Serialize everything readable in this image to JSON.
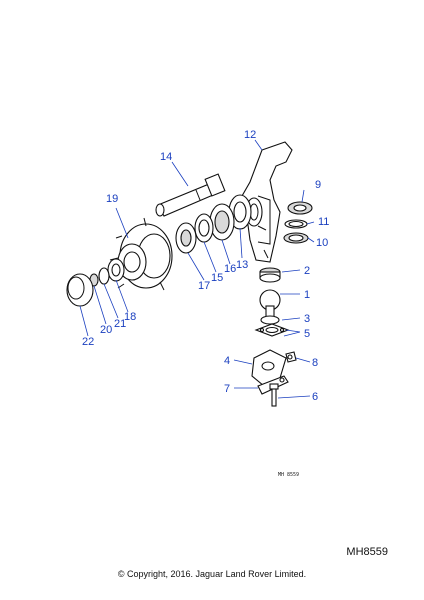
{
  "diagram": {
    "callouts": [
      {
        "id": "c12",
        "label": "12"
      },
      {
        "id": "c14",
        "label": "14"
      },
      {
        "id": "c9",
        "label": "9"
      },
      {
        "id": "c11",
        "label": "11"
      },
      {
        "id": "c10",
        "label": "10"
      },
      {
        "id": "c19",
        "label": "19"
      },
      {
        "id": "c13",
        "label": "13"
      },
      {
        "id": "c16",
        "label": "16"
      },
      {
        "id": "c15",
        "label": "15"
      },
      {
        "id": "c17",
        "label": "17"
      },
      {
        "id": "c2",
        "label": "2"
      },
      {
        "id": "c1",
        "label": "1"
      },
      {
        "id": "c3",
        "label": "3"
      },
      {
        "id": "c5",
        "label": "5"
      },
      {
        "id": "c18",
        "label": "18"
      },
      {
        "id": "c21",
        "label": "21"
      },
      {
        "id": "c20",
        "label": "20"
      },
      {
        "id": "c22",
        "label": "22"
      },
      {
        "id": "c4",
        "label": "4"
      },
      {
        "id": "c8",
        "label": "8"
      },
      {
        "id": "c7",
        "label": "7"
      },
      {
        "id": "c6",
        "label": "6"
      }
    ],
    "drawing_code": "MH 8559"
  },
  "sheet_ref": "MH8559",
  "copyright": "© Copyright, 2016. Jaguar Land Rover Limited."
}
